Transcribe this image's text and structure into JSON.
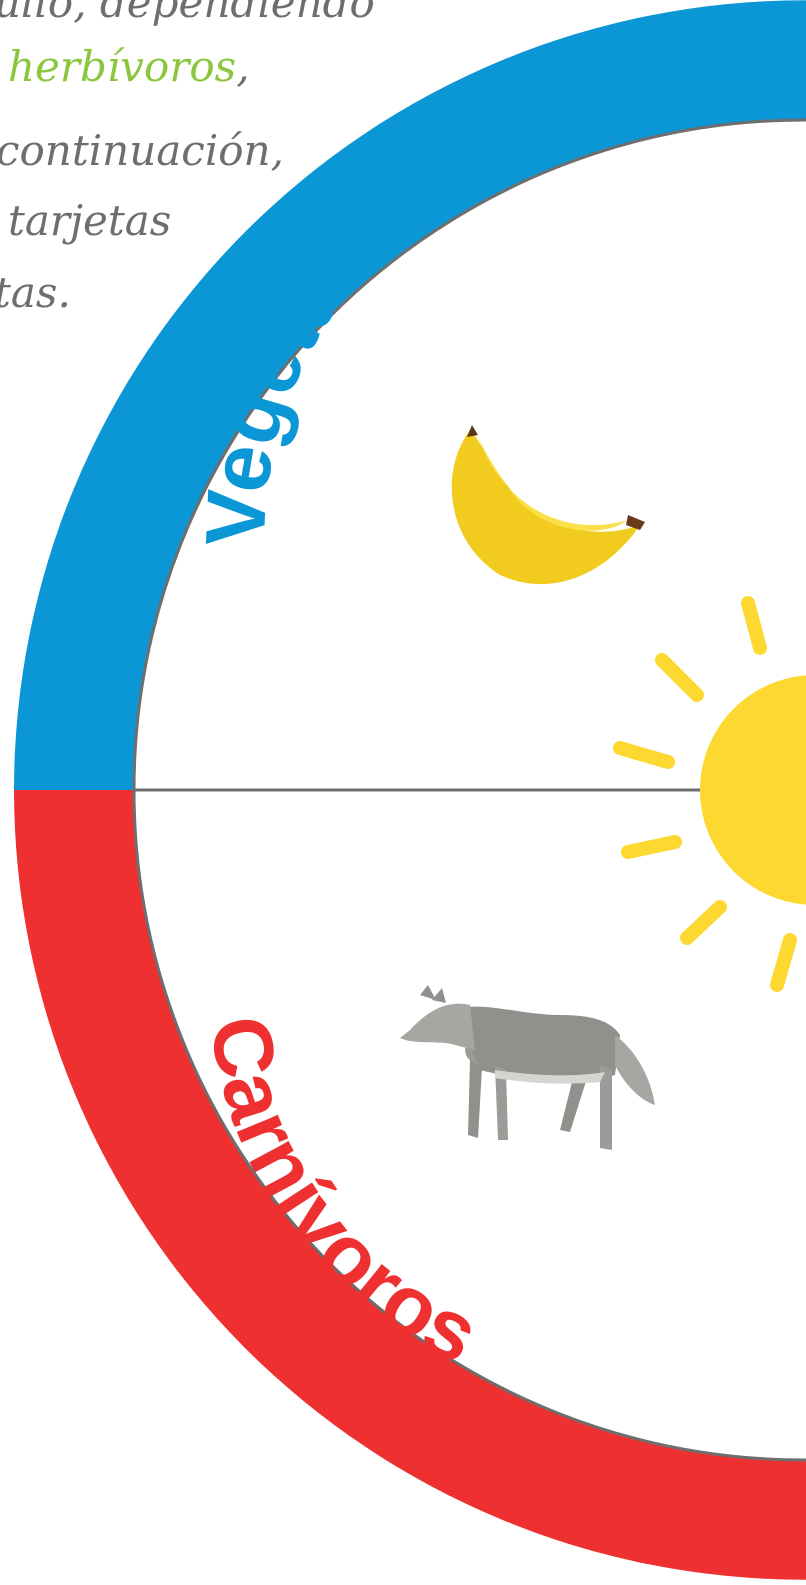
{
  "intro_text": {
    "line1": "ullo, dependiendo",
    "line2_highlight": "herbívoros",
    "line2_suffix": ",",
    "line3": "continuación,",
    "line4": "tarjetas",
    "line5": "tas."
  },
  "wheel": {
    "top_label": "Vegetales",
    "bottom_label": "Carnívoros",
    "top_color": "#0b97d6",
    "bottom_color": "#ee3030",
    "divider_color": "#6e6e6e"
  },
  "icons": {
    "top_item": "banana-icon",
    "bottom_item": "wolf-icon",
    "center_item": "sun-icon"
  },
  "colors": {
    "sun": "#fcd830",
    "banana": "#f2cb1f",
    "wolf": "#8f918c",
    "text_gray": "#6e6e6e",
    "text_green": "#8cc63f"
  }
}
